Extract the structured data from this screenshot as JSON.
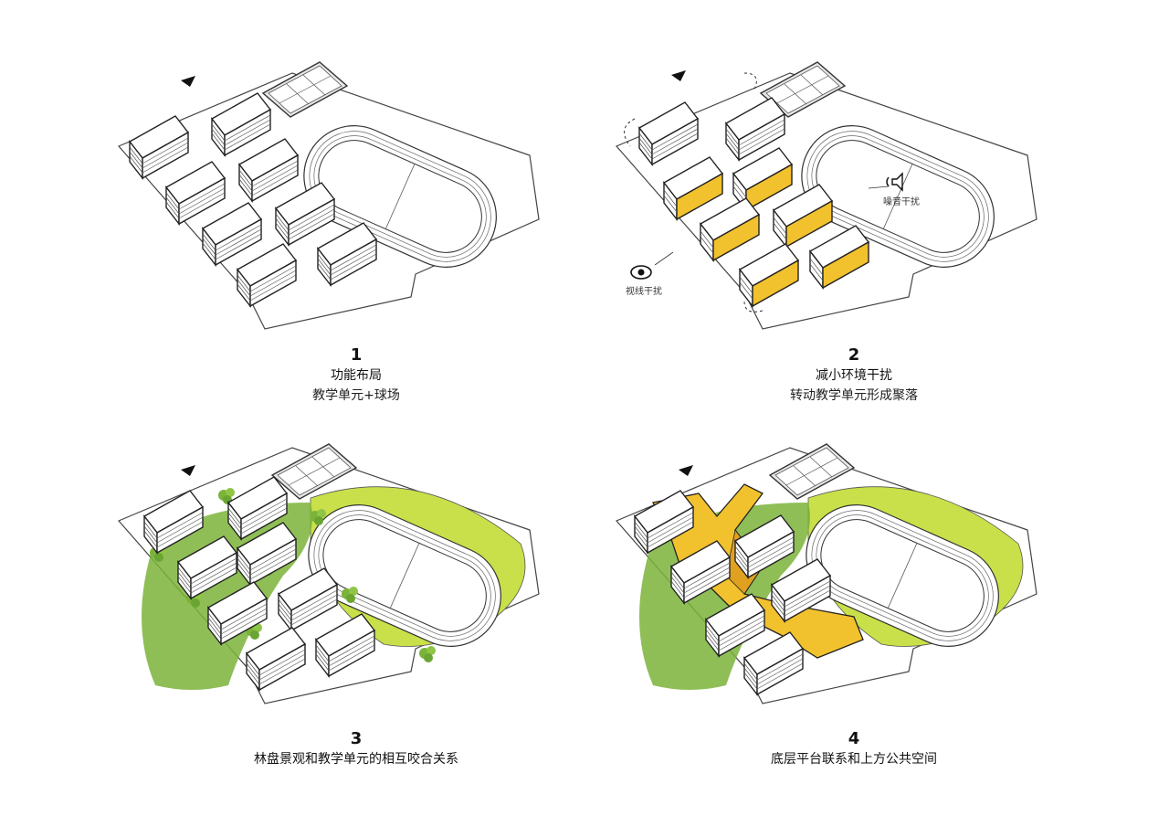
{
  "panels": [
    {
      "number": "1",
      "title": "功能布局",
      "subtitle": "教学单元+球场"
    },
    {
      "number": "2",
      "title": "减小环境干扰",
      "subtitle": "转动教学单元形成聚落",
      "notes": {
        "noise": "噪音干扰",
        "sight": "视线干扰"
      }
    },
    {
      "number": "3",
      "title": "林盘景观和教学单元的相互咬合关系",
      "subtitle": ""
    },
    {
      "number": "4",
      "title": "底层平台联系和上方公共空间",
      "subtitle": ""
    }
  ],
  "colors": {
    "accent_yellow": "#f2c12e",
    "landscape_green": "#7bb33a",
    "light_green": "#c9e04a",
    "line": "#333333"
  },
  "icons": {
    "north": "north-arrow-icon",
    "noise": "speaker-icon",
    "sight": "eye-icon"
  }
}
